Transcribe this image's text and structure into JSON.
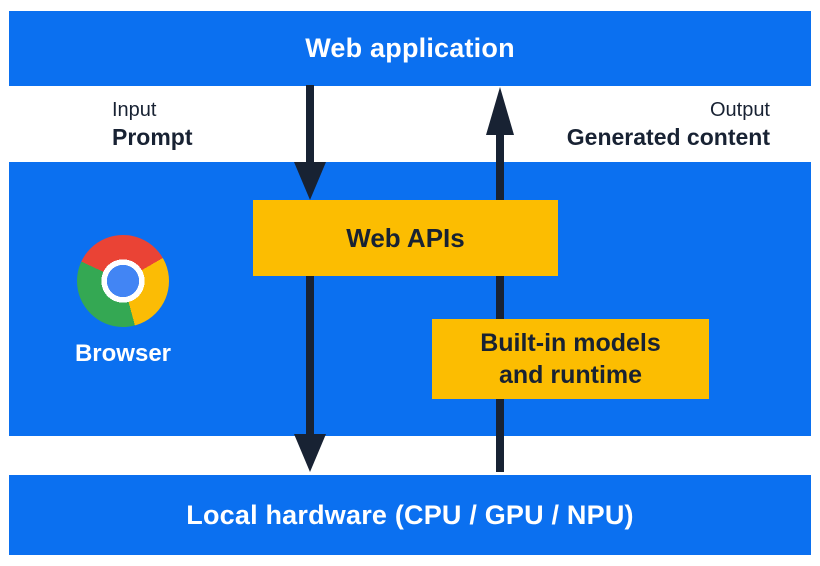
{
  "colors": {
    "blue": "#0b70f0",
    "yellow": "#fcbd01",
    "navy": "#182233",
    "white": "#ffffff",
    "chrome_red": "#ea4335",
    "chrome_green": "#34a853",
    "chrome_yellow": "#fbbc05",
    "chrome_blue": "#4285f4"
  },
  "icons": {
    "browser_logo": "chrome-logo"
  },
  "top_bar": {
    "label": "Web application"
  },
  "io": {
    "input_title": "Input",
    "input_value": "Prompt",
    "output_title": "Output",
    "output_value": "Generated content"
  },
  "browser_section": {
    "browser_label": "Browser",
    "web_apis_label": "Web APIs",
    "builtin_line1": "Built-in models",
    "builtin_line2": "and runtime"
  },
  "bottom_bar": {
    "label": "Local hardware (CPU / GPU / NPU)"
  }
}
